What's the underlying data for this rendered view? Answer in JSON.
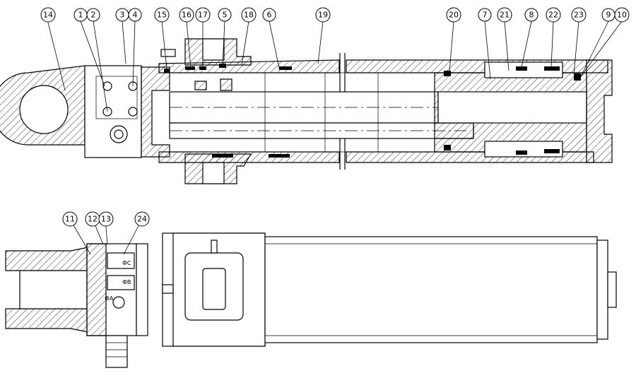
{
  "callouts": {
    "c1": "1",
    "c2": "2",
    "c3": "3",
    "c4": "4",
    "c5": "5",
    "c6": "6",
    "c7": "7",
    "c8": "8",
    "c9": "9",
    "c10": "10",
    "c11": "11",
    "c12": "12",
    "c13": "13",
    "c14": "14",
    "c15": "15",
    "c16": "16",
    "c17": "17",
    "c18": "18",
    "c19": "19",
    "c20": "20",
    "c21": "21",
    "c22": "22",
    "c23": "23",
    "c24": "24"
  },
  "port_labels": {
    "c": "ФC",
    "b": "ФB",
    "a": "ФA"
  }
}
